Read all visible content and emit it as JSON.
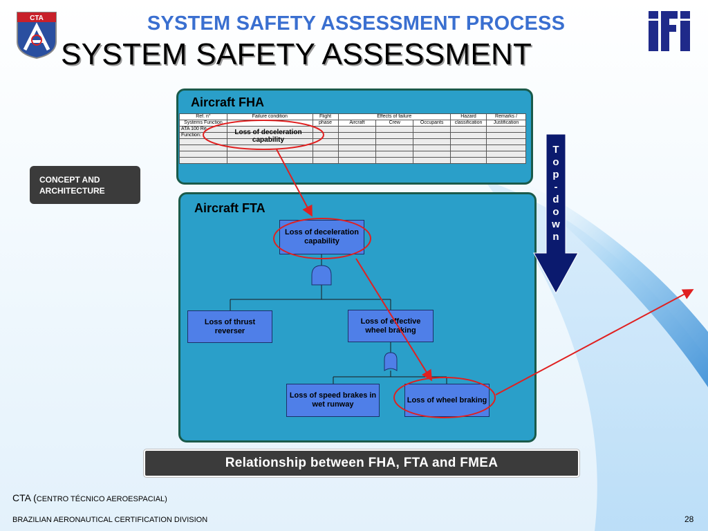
{
  "header": {
    "subtitle": "SYSTEM SAFETY ASSESSMENT PROCESS",
    "title": "SYSTEM SAFETY ASSESSMENT",
    "cta_logo_text": "CTA",
    "ifi_logo_text": "ifi"
  },
  "fha": {
    "title": "Aircraft  FHA",
    "headers_row1": [
      "Ref. n°",
      "Failure condition",
      "Flight",
      "Effects of failure",
      "Hazard",
      "Remarks /"
    ],
    "headers_row2": [
      "Systems Function",
      "",
      "phase",
      "Aircraft",
      "Crew",
      "Occupants",
      "classification",
      "Justification"
    ],
    "row_label_1": "ATA 100 Re",
    "row_label_2": "Function:",
    "cell_text": "Loss of  deceleration capability"
  },
  "concept_box": {
    "line1": "CONCEPT   AND",
    "line2": "ARCHITECTURE"
  },
  "fta": {
    "title": "Aircraft  FTA",
    "top_event": "Loss of deceleration capability",
    "node_thrust": "Loss of thrust reverser",
    "node_effective": "Loss of effective wheel braking",
    "node_speedbrakes": "Loss of speed brakes in wet runway",
    "node_wheel": "Loss of wheel braking"
  },
  "topdown": {
    "letters": [
      "T",
      "o",
      "p",
      "-",
      "d",
      "o",
      "w",
      "n"
    ]
  },
  "relationship": "Relationship  between  FHA,  FTA  and  FMEA",
  "footer": {
    "cta_prefix": "CTA (",
    "cta_name": "CENTRO TÉCNICO AEROESPACIAL)",
    "division": "BRAZILIAN AERONAUTICAL CERTIFICATION DIVISION",
    "page": "28"
  },
  "colors": {
    "subtitle": "#3a6fd0",
    "panel": "#2a9fc9",
    "node": "#4f7fe8",
    "arrow": "#e02020",
    "topdown": "#0b1a6e"
  }
}
